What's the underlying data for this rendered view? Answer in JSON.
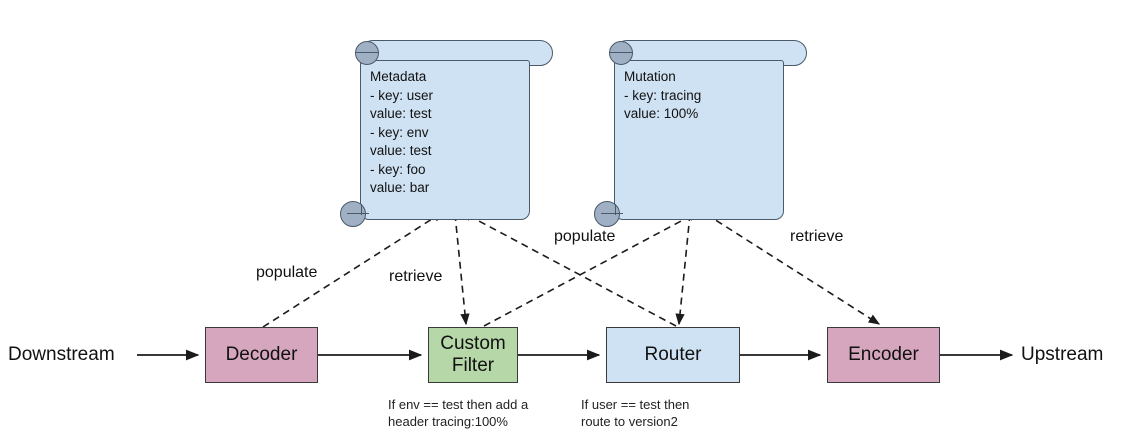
{
  "diagram": {
    "title": "Envoy filter chain with metadata and mutation scrolls",
    "colors": {
      "pink": "#d5a6bd",
      "green": "#b6d7a8",
      "blue": "#cfe2f3",
      "stroke": "#3a3a3a",
      "scroll_stroke": "#4a5a6a",
      "curl": "#9fb0c4",
      "background": "#ffffff"
    }
  },
  "endpoints": {
    "downstream": "Downstream",
    "upstream": "Upstream"
  },
  "nodes": [
    {
      "id": "decoder",
      "label": "Decoder",
      "color": "pink"
    },
    {
      "id": "custom-filter",
      "label": "Custom\nFilter",
      "color": "green"
    },
    {
      "id": "router",
      "label": "Router",
      "color": "blue"
    },
    {
      "id": "encoder",
      "label": "Encoder",
      "color": "pink"
    }
  ],
  "node_labels": {
    "decoder": "Decoder",
    "custom_filter_line1": "Custom",
    "custom_filter_line2": "Filter",
    "router": "Router",
    "encoder": "Encoder"
  },
  "captions": {
    "custom_filter": "If env == test then add a\nheader tracing:100%",
    "router": "If user == test then\nroute to version2"
  },
  "scrolls": {
    "metadata": {
      "title": "Metadata",
      "text": "Metadata\n   - key: user\n     value: test\n   - key: env\n     value: test\n   - key: foo\n     value: bar",
      "entries": [
        {
          "key": "user",
          "value": "test"
        },
        {
          "key": "env",
          "value": "test"
        },
        {
          "key": "foo",
          "value": "bar"
        }
      ]
    },
    "mutation": {
      "title": "Mutation",
      "text": "Mutation\n   - key: tracing\n     value: 100%",
      "entries": [
        {
          "key": "tracing",
          "value": "100%"
        }
      ]
    }
  },
  "edge_labels": {
    "decoder_to_metadata": "populate",
    "metadata_to_filter": "retrieve",
    "filter_to_mutation": "populate",
    "mutation_to_encoder": "retrieve"
  },
  "edges": [
    {
      "from": "decoder",
      "to": "metadata",
      "label": "populate",
      "style": "dashed"
    },
    {
      "from": "metadata",
      "to": "custom-filter",
      "label": "retrieve",
      "style": "dashed"
    },
    {
      "from": "custom-filter",
      "to": "mutation",
      "label": "populate",
      "style": "dashed"
    },
    {
      "from": "mutation",
      "to": "router",
      "label": "",
      "style": "dashed"
    },
    {
      "from": "router",
      "to": "metadata",
      "label": "",
      "style": "dashed"
    },
    {
      "from": "mutation",
      "to": "encoder",
      "label": "retrieve",
      "style": "dashed"
    },
    {
      "from": "downstream",
      "to": "decoder",
      "label": "",
      "style": "solid"
    },
    {
      "from": "decoder",
      "to": "custom-filter",
      "label": "",
      "style": "solid"
    },
    {
      "from": "custom-filter",
      "to": "router",
      "label": "",
      "style": "solid"
    },
    {
      "from": "router",
      "to": "encoder",
      "label": "",
      "style": "solid"
    },
    {
      "from": "encoder",
      "to": "upstream",
      "label": "",
      "style": "solid"
    }
  ]
}
